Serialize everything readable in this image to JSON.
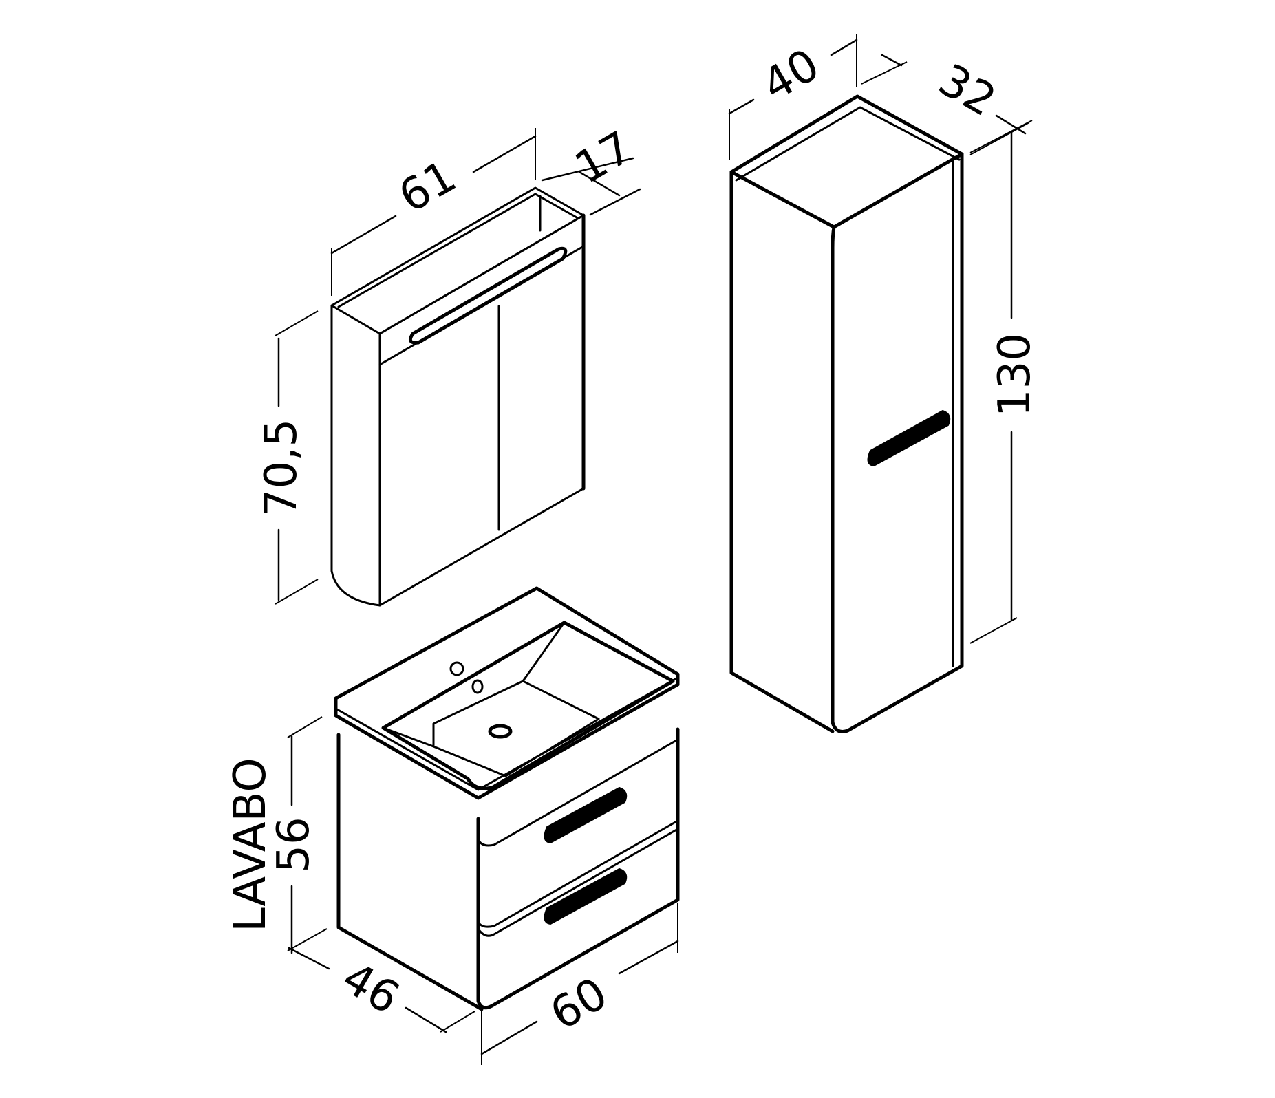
{
  "mirror_cabinet": {
    "width": "61",
    "depth": "17",
    "height": "70,5"
  },
  "tall_cabinet": {
    "width": "40",
    "depth": "32",
    "height": "130"
  },
  "vanity_unit": {
    "label": "LAVABO",
    "height": "56",
    "depth": "46",
    "width": "60"
  },
  "colors": {
    "line": "#000000",
    "background": "#ffffff"
  }
}
